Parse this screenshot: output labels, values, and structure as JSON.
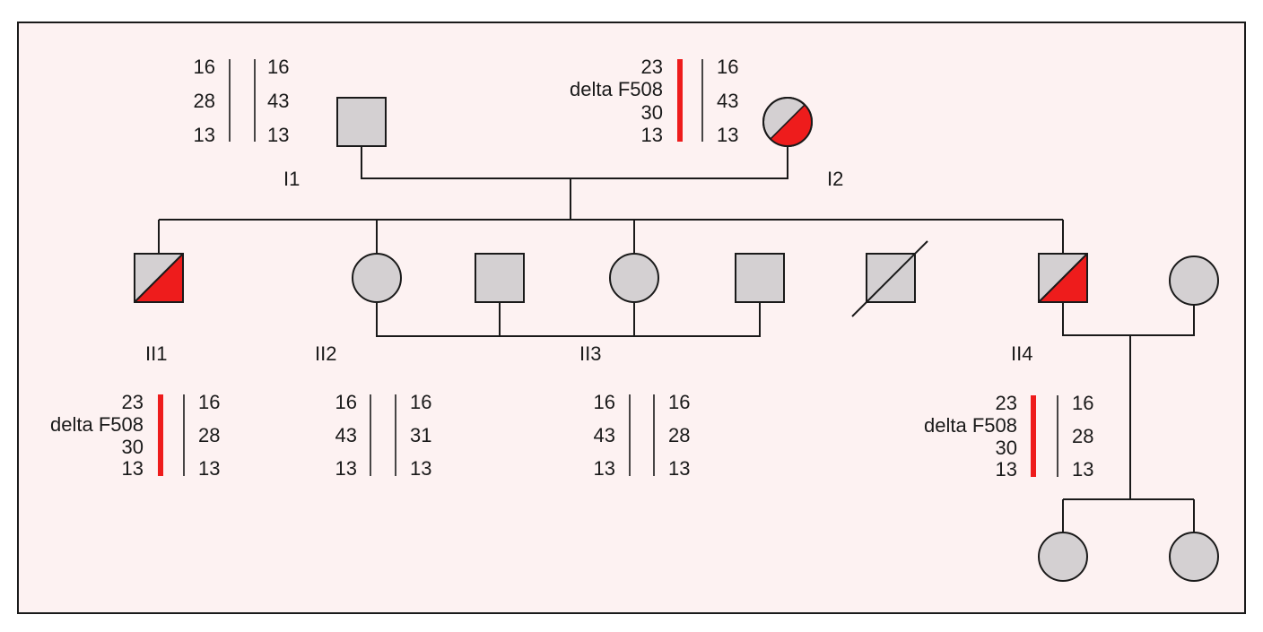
{
  "pedigree": {
    "accent_color": "#ee1c1c",
    "symbol_fill": "#d4d0d2",
    "generation_labels": {
      "I1": "I1",
      "I2": "I2",
      "II1": "II1",
      "II2": "II2",
      "II3": "II3",
      "II4": "II4"
    },
    "haplotypes": {
      "I1": {
        "left": [
          "16",
          "28",
          "13"
        ],
        "right": [
          "16",
          "43",
          "13"
        ]
      },
      "I2": {
        "left": [
          "23",
          "delta F508",
          "30",
          "13"
        ],
        "right": [
          "16",
          "43",
          "13"
        ]
      },
      "II1": {
        "left": [
          "23",
          "delta F508",
          "30",
          "13"
        ],
        "right": [
          "16",
          "28",
          "13"
        ]
      },
      "II2": {
        "left": [
          "16",
          "43",
          "13"
        ],
        "right": [
          "16",
          "31",
          "13"
        ]
      },
      "II3": {
        "left": [
          "16",
          "43",
          "13"
        ],
        "right": [
          "16",
          "28",
          "13"
        ]
      },
      "II4": {
        "left": [
          "23",
          "delta F508",
          "30",
          "13"
        ],
        "right": [
          "16",
          "28",
          "13"
        ]
      }
    },
    "individuals": [
      {
        "id": "I1",
        "sex": "male",
        "status": "unaffected"
      },
      {
        "id": "I2",
        "sex": "female",
        "status": "carrier"
      },
      {
        "id": "II1",
        "sex": "male",
        "status": "carrier"
      },
      {
        "id": "II2",
        "sex": "female",
        "status": "unaffected"
      },
      {
        "id": "II2-spouse",
        "sex": "male",
        "status": "unaffected"
      },
      {
        "id": "II3",
        "sex": "female",
        "status": "unaffected"
      },
      {
        "id": "II3-spouse",
        "sex": "male",
        "status": "unaffected"
      },
      {
        "id": "deceased-sibling",
        "sex": "male",
        "status": "deceased"
      },
      {
        "id": "II4",
        "sex": "male",
        "status": "carrier"
      },
      {
        "id": "II4-spouse",
        "sex": "female",
        "status": "unaffected"
      },
      {
        "id": "III-child-1",
        "sex": "female",
        "status": "unaffected"
      },
      {
        "id": "III-child-2",
        "sex": "female",
        "status": "unaffected"
      }
    ]
  }
}
